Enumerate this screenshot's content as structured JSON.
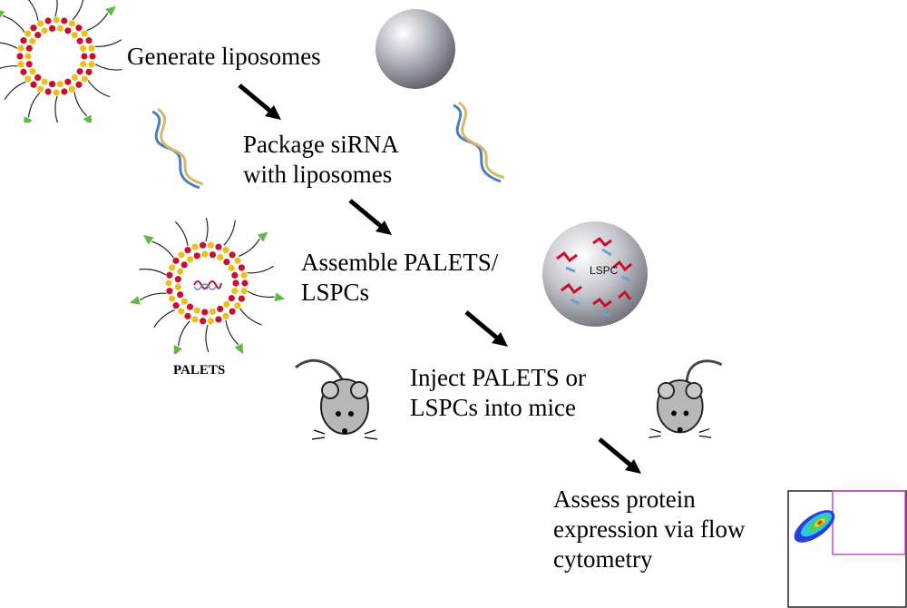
{
  "steps": {
    "step1": "Generate liposomes",
    "step2": "Package siRNA\nwith liposomes",
    "step3": "Assemble PALETS/\nLSPCs",
    "step4": "Inject PALETS or\nLSPCs into mice",
    "step5": "Assess protein\nexpression via flow\ncytometry"
  },
  "labels": {
    "palets": "PALETS",
    "lspc": "LSPC"
  },
  "colors": {
    "lipid_head_red": "#c8102e",
    "lipid_head_yellow": "#e8c21a",
    "ligand_green": "#5fb848",
    "mouse_gray": "#b8b8b8",
    "gate_magenta": "#c050c8"
  }
}
